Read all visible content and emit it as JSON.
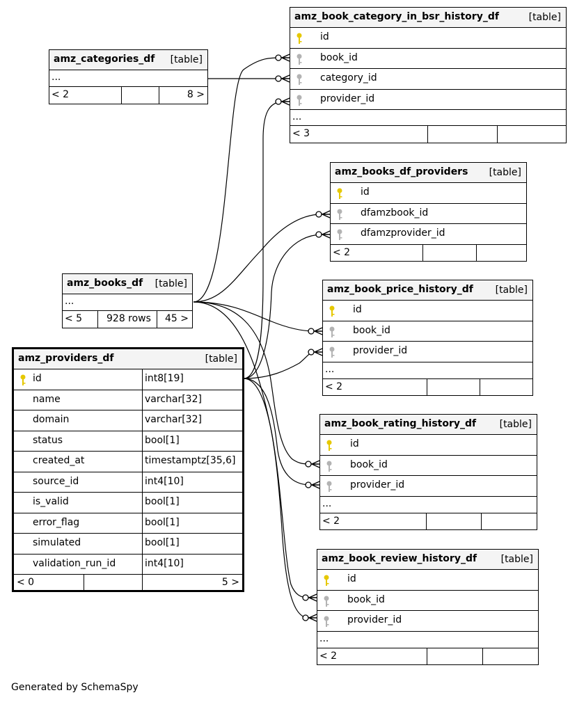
{
  "tables": {
    "category_bsr": {
      "name": "amz_book_category_in_bsr_history_df",
      "type": "[table]",
      "columns": [
        {
          "name": "id",
          "key": "primary"
        },
        {
          "name": "book_id",
          "key": "foreign"
        },
        {
          "name": "category_id",
          "key": "foreign"
        },
        {
          "name": "provider_id",
          "key": "foreign"
        }
      ],
      "ellipsis": "...",
      "footer": {
        "left": "< 3",
        "mid": "",
        "right": ""
      }
    },
    "categories": {
      "name": "amz_categories_df",
      "type": "[table]",
      "ellipsis": "...",
      "footer": {
        "left": "< 2",
        "mid": "",
        "right": "8 >"
      }
    },
    "books_providers": {
      "name": "amz_books_df_providers",
      "type": "[table]",
      "columns": [
        {
          "name": "id",
          "key": "primary"
        },
        {
          "name": "dfamzbook_id",
          "key": "foreign"
        },
        {
          "name": "dfamzprovider_id",
          "key": "foreign"
        }
      ],
      "footer": {
        "left": "< 2",
        "mid": "",
        "right": ""
      }
    },
    "books": {
      "name": "amz_books_df",
      "type": "[table]",
      "ellipsis": "...",
      "footer": {
        "left": "< 5",
        "mid": "928 rows",
        "right": "45 >"
      }
    },
    "price_history": {
      "name": "amz_book_price_history_df",
      "type": "[table]",
      "columns": [
        {
          "name": "id",
          "key": "primary"
        },
        {
          "name": "book_id",
          "key": "foreign"
        },
        {
          "name": "provider_id",
          "key": "foreign"
        }
      ],
      "ellipsis": "...",
      "footer": {
        "left": "< 2",
        "mid": "",
        "right": ""
      }
    },
    "providers": {
      "name": "amz_providers_df",
      "type": "[table]",
      "columns": [
        {
          "name": "id",
          "type": "int8[19]",
          "key": "primary"
        },
        {
          "name": "name",
          "type": "varchar[32]",
          "key": "none"
        },
        {
          "name": "domain",
          "type": "varchar[32]",
          "key": "none"
        },
        {
          "name": "status",
          "type": "bool[1]",
          "key": "none"
        },
        {
          "name": "created_at",
          "type": "timestamptz[35,6]",
          "key": "none"
        },
        {
          "name": "source_id",
          "type": "int4[10]",
          "key": "none"
        },
        {
          "name": "is_valid",
          "type": "bool[1]",
          "key": "none"
        },
        {
          "name": "error_flag",
          "type": "bool[1]",
          "key": "none"
        },
        {
          "name": "simulated",
          "type": "bool[1]",
          "key": "none"
        },
        {
          "name": "validation_run_id",
          "type": "int4[10]",
          "key": "none"
        }
      ],
      "footer": {
        "left": "< 0",
        "mid": "",
        "right": "5 >"
      }
    },
    "rating_history": {
      "name": "amz_book_rating_history_df",
      "type": "[table]",
      "columns": [
        {
          "name": "id",
          "key": "primary"
        },
        {
          "name": "book_id",
          "key": "foreign"
        },
        {
          "name": "provider_id",
          "key": "foreign"
        }
      ],
      "ellipsis": "...",
      "footer": {
        "left": "< 2",
        "mid": "",
        "right": ""
      }
    },
    "review_history": {
      "name": "amz_book_review_history_df",
      "type": "[table]",
      "columns": [
        {
          "name": "id",
          "key": "primary"
        },
        {
          "name": "book_id",
          "key": "foreign"
        },
        {
          "name": "provider_id",
          "key": "foreign"
        }
      ],
      "ellipsis": "...",
      "footer": {
        "left": "< 2",
        "mid": "",
        "right": ""
      }
    }
  },
  "colors": {
    "primary_key": "#e6c800",
    "foreign_key": "#b3b3b3",
    "header_bg": "#f4f4f4"
  },
  "generated_by": "Generated by SchemaSpy"
}
